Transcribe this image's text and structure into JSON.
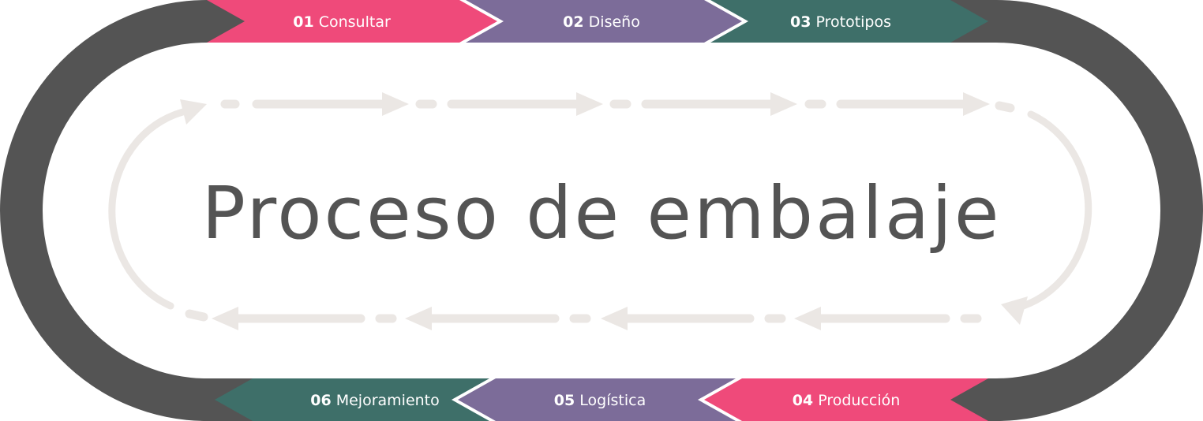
{
  "title": "Proceso de embalaje",
  "colors": {
    "loop": "#545454",
    "pink": "#ef4a7a",
    "purple": "#7c6c99",
    "teal": "#3e6f69",
    "dash": "#ebe7e4",
    "title": "#545454"
  },
  "steps": [
    {
      "num": "01",
      "label": "Consultar",
      "color": "pink"
    },
    {
      "num": "02",
      "label": "Diseño",
      "color": "purple"
    },
    {
      "num": "03",
      "label": "Prototipos",
      "color": "teal"
    },
    {
      "num": "04",
      "label": "Producción",
      "color": "pink"
    },
    {
      "num": "05",
      "label": "Logística",
      "color": "purple"
    },
    {
      "num": "06",
      "label": "Mejoramiento",
      "color": "teal"
    }
  ]
}
